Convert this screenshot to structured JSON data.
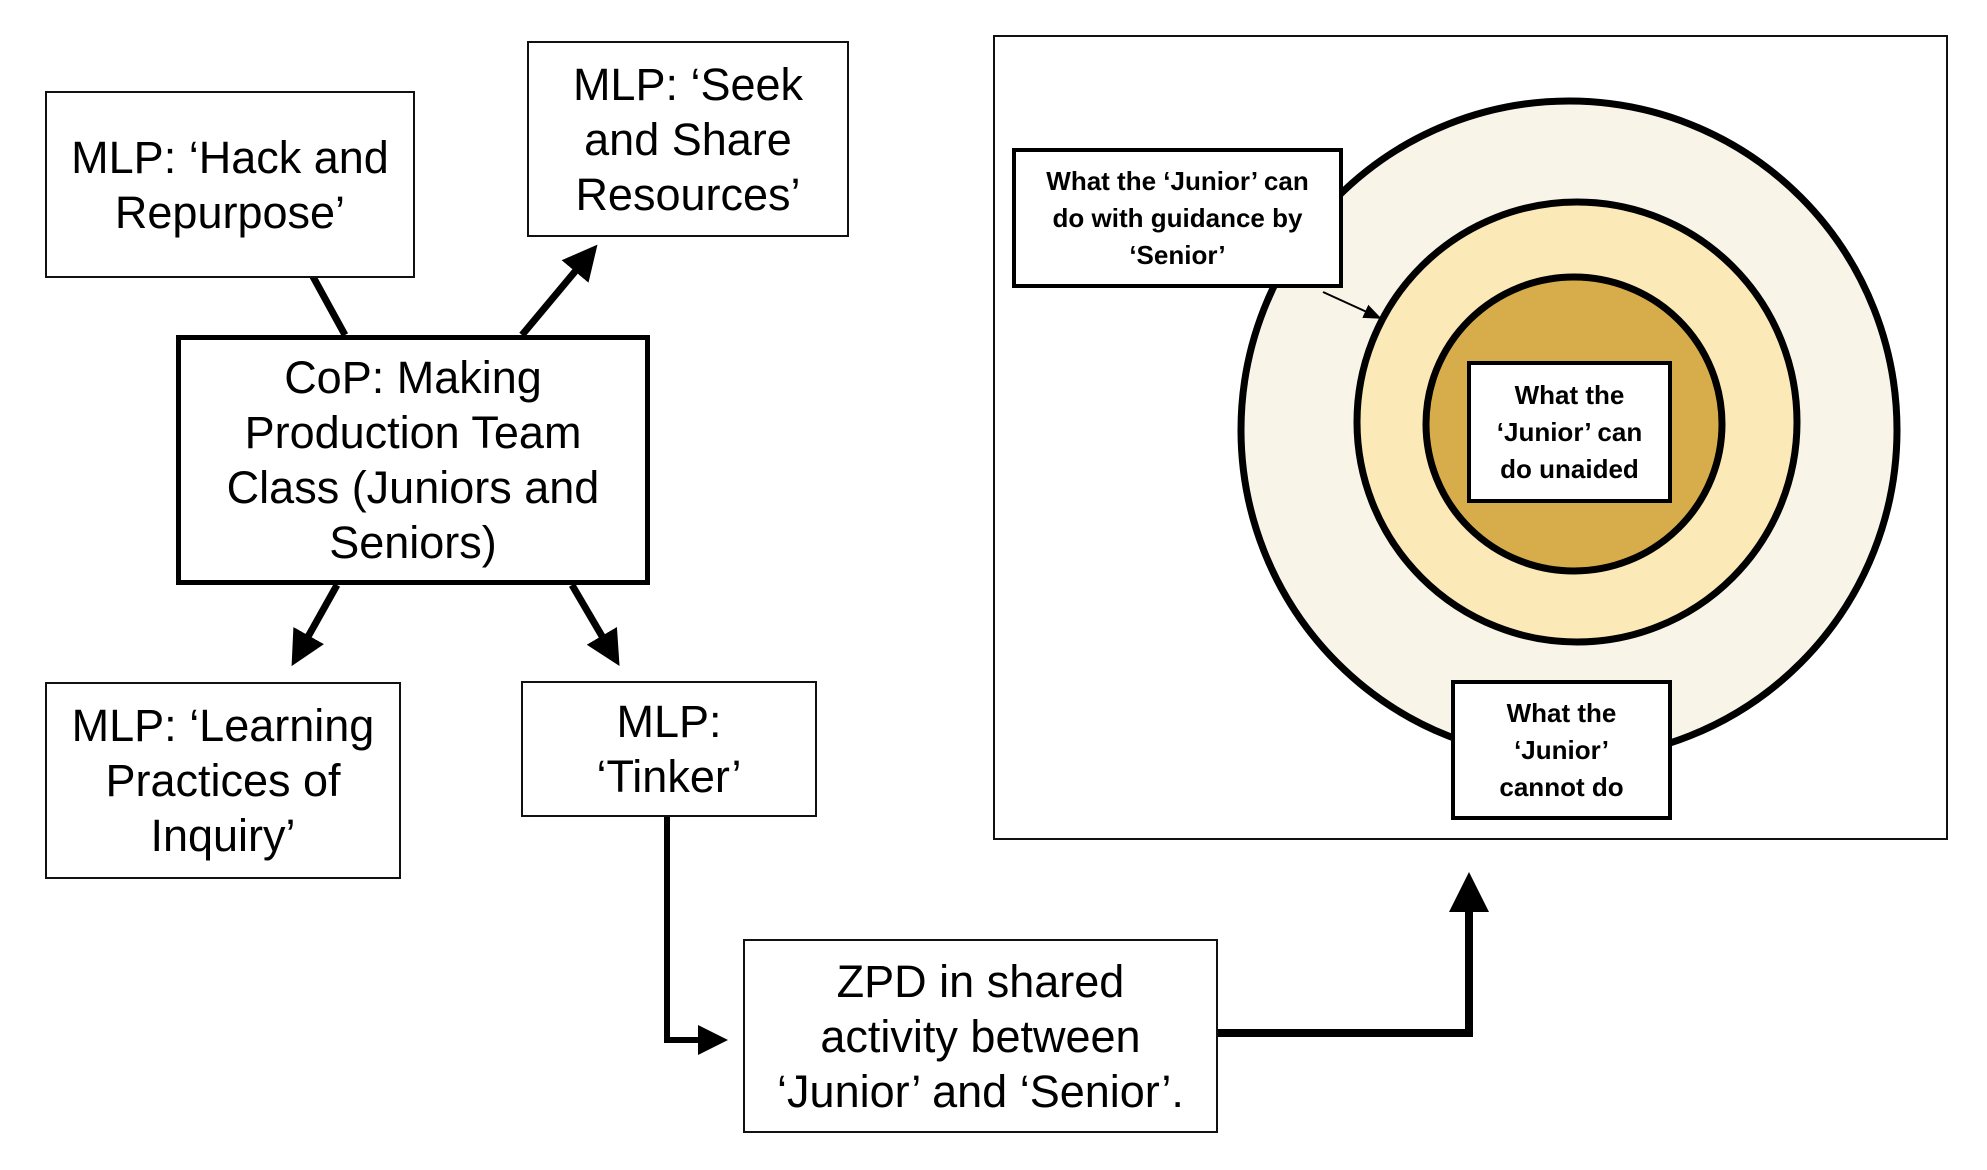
{
  "diagram": {
    "left_cluster": {
      "center": {
        "label": "CoP: Making\nProduction Team\nClass (Juniors and\nSeniors)"
      },
      "practices": [
        {
          "id": "hack",
          "label": "MLP: ‘Hack and\nRepurpose’"
        },
        {
          "id": "seek",
          "label": "MLP: ‘Seek\nand Share\nResources’"
        },
        {
          "id": "learning",
          "label": "MLP: ‘Learning\nPractices of\nInquiry’"
        },
        {
          "id": "tinker",
          "label": "MLP:\n‘Tinker’"
        }
      ]
    },
    "zpd": {
      "label": "ZPD in shared\nactivity between\n‘Junior’ and ‘Senior’."
    },
    "zpd_panel": {
      "zones": [
        {
          "id": "cannot",
          "label": "What the\n‘Junior’\ncannot do",
          "fill": "#f8f4e8"
        },
        {
          "id": "guidance",
          "label": "What the ‘Junior’ can\ndo with guidance by\n‘Senior’",
          "fill": "#fbe9b8"
        },
        {
          "id": "unaided",
          "label": "What the\n‘Junior’ can\ndo unaided",
          "fill": "#d6ad4a"
        }
      ]
    },
    "edges": [
      {
        "from": "center",
        "to": "hack"
      },
      {
        "from": "center",
        "to": "seek"
      },
      {
        "from": "center",
        "to": "learning"
      },
      {
        "from": "center",
        "to": "tinker"
      },
      {
        "from": "tinker",
        "to": "zpd"
      },
      {
        "from": "zpd",
        "to": "zpd_panel"
      },
      {
        "from": "guidance_label",
        "to": "guidance_zone"
      }
    ]
  }
}
